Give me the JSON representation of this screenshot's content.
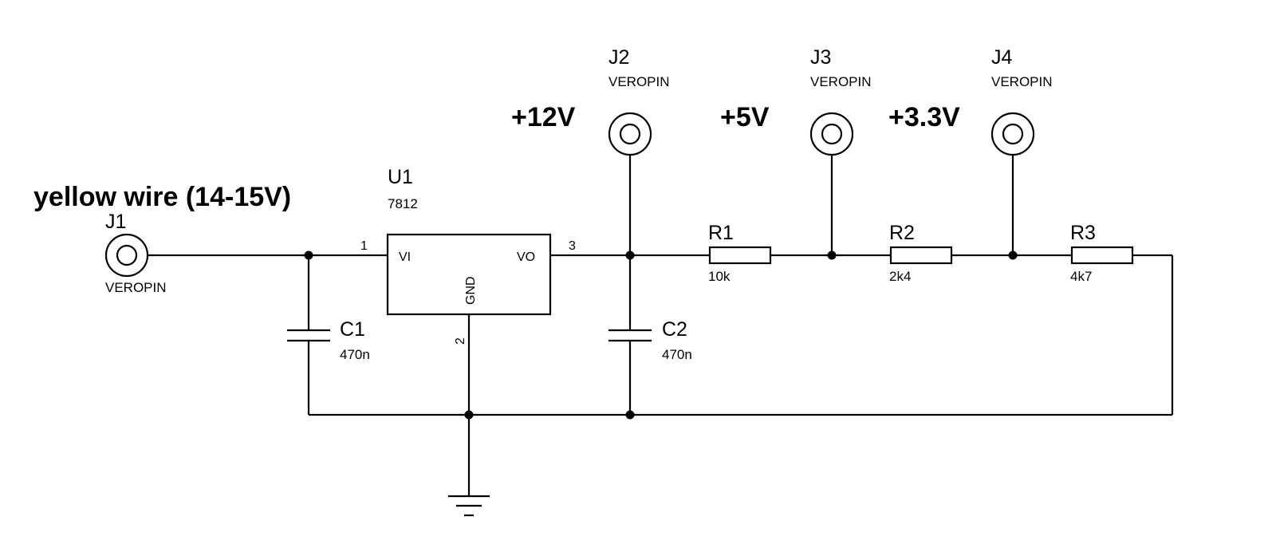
{
  "supply_label": "yellow wire (14-15V)",
  "rails": {
    "v12": "+12V",
    "v5": "+5V",
    "v33": "+3.3V"
  },
  "connectors": {
    "j1": {
      "ref": "J1",
      "type": "VEROPIN"
    },
    "j2": {
      "ref": "J2",
      "type": "VEROPIN"
    },
    "j3": {
      "ref": "J3",
      "type": "VEROPIN"
    },
    "j4": {
      "ref": "J4",
      "type": "VEROPIN"
    }
  },
  "regulator": {
    "ref": "U1",
    "value": "7812",
    "pin_vi": "VI",
    "pin_vo": "VO",
    "pin_gnd": "GND",
    "pin1": "1",
    "pin2": "2",
    "pin3": "3"
  },
  "capacitors": {
    "c1": {
      "ref": "C1",
      "value": "470n"
    },
    "c2": {
      "ref": "C2",
      "value": "470n"
    }
  },
  "resistors": {
    "r1": {
      "ref": "R1",
      "value": "10k"
    },
    "r2": {
      "ref": "R2",
      "value": "2k4"
    },
    "r3": {
      "ref": "R3",
      "value": "4k7"
    }
  }
}
